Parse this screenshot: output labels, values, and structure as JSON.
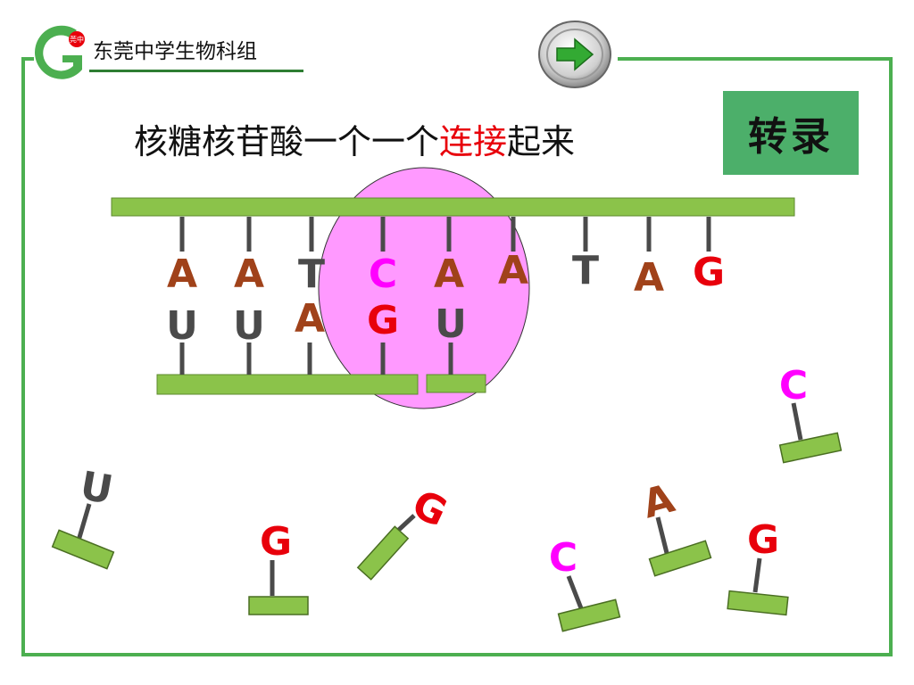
{
  "header": {
    "school_title": "东莞中学生物科组",
    "logo_badge": "莞中"
  },
  "slide": {
    "title_part1": "核糖核苷酸一个一个",
    "title_highlight": "连接",
    "title_part2": "起来",
    "section_label": "转录"
  },
  "colors": {
    "frame": "#4caf50",
    "strand": "#8bc34a",
    "polymerase": "#ff99ff",
    "base_A": "#a0421a",
    "base_T": "#4a4a4a",
    "base_U": "#4a4a4a",
    "base_C": "#ff00ff",
    "base_G": "#e8000b"
  },
  "dna_template": [
    "A",
    "A",
    "T",
    "C",
    "A",
    "A",
    "T",
    "A",
    "G"
  ],
  "rna_paired": [
    "U",
    "U",
    "A",
    "G",
    "U"
  ],
  "free_nucleotides": [
    "U",
    "G",
    "G",
    "C",
    "A",
    "C",
    "G"
  ]
}
